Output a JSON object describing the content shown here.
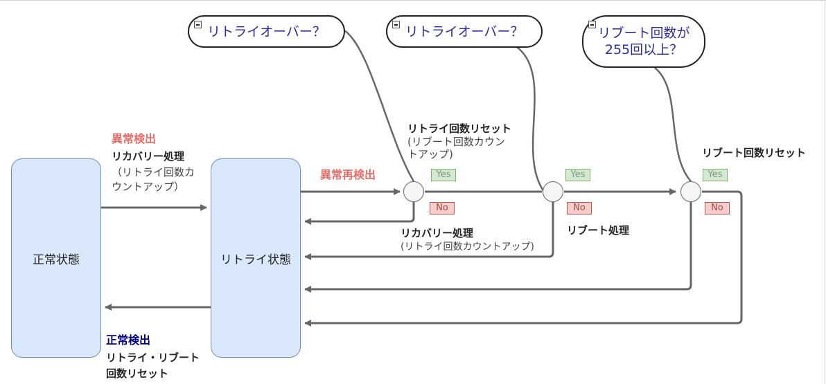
{
  "states": {
    "normal": "正常状態",
    "retry": "リトライ状態"
  },
  "bubbles": {
    "q1": "リトライオーバー？",
    "q2": "リトライオーバー？",
    "q3_line1": "リブート回数が",
    "q3_line2": "255回以上？"
  },
  "labels": {
    "anomaly_detect": "異常検出",
    "recovery1": "リカバリー処理",
    "recovery1_sub1": "（リトライ回数カ",
    "recovery1_sub2": "ウントアップ）",
    "re_detect": "異常再検出",
    "retry_reset": "リトライ回数リセット",
    "retry_reset_sub1": "(リブート回数カウン",
    "retry_reset_sub2": "トアップ)",
    "recovery2": "リカバリー処理",
    "recovery2_sub": "(リトライ回数カウントアップ)",
    "reboot": "リブート処理",
    "reboot_reset": "リブート回数リセット",
    "normal_detect": "正常検出",
    "normal_reset1": "リトライ・リブート",
    "normal_reset2": "回数リセット"
  },
  "badges": {
    "yes": "Yes",
    "no": "No"
  },
  "colors": {
    "state_fill": "#dae8fc",
    "state_border": "#6c8ebf",
    "red_text": "#ea6b66",
    "navy_text": "#000080",
    "bubble_text": "#2a2aa0"
  }
}
